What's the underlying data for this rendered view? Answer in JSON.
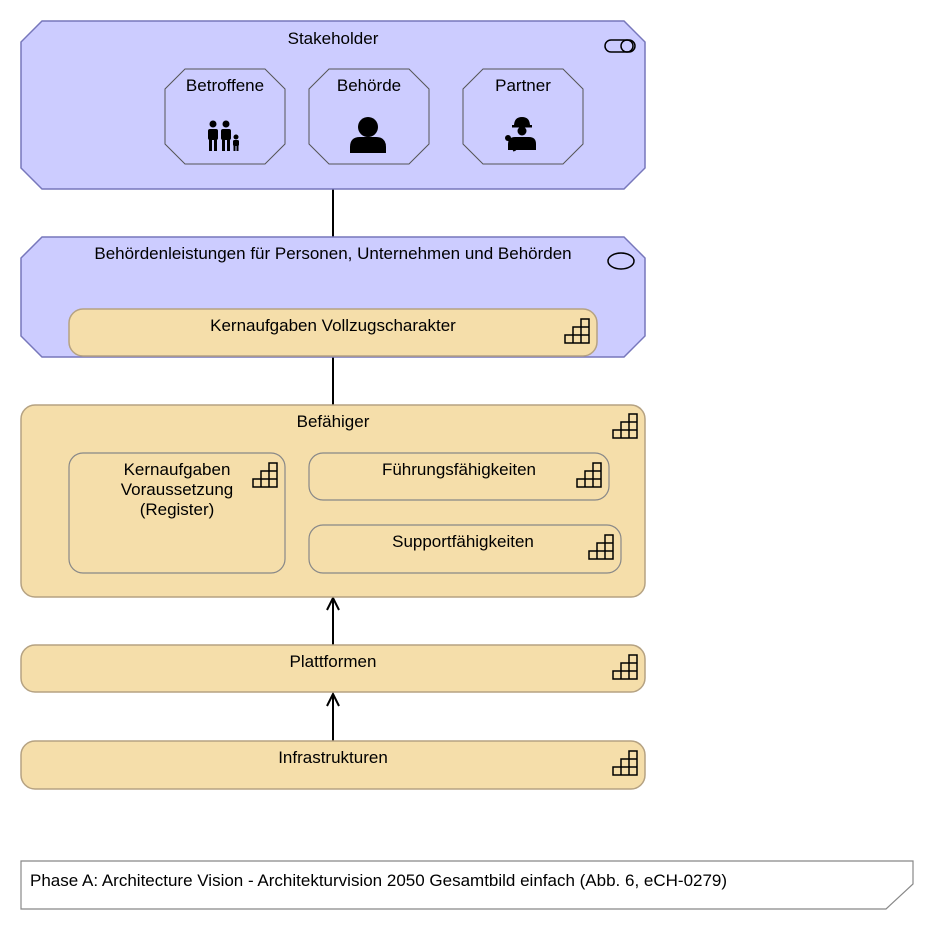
{
  "stakeholder": {
    "title": "Stakeholder",
    "actors": [
      {
        "label": "Betroffene",
        "icon": "family-icon"
      },
      {
        "label": "Behörde",
        "icon": "person-icon"
      },
      {
        "label": "Partner",
        "icon": "worker-icon"
      }
    ]
  },
  "services": {
    "title": "Behördenleistungen für Personen, Unternehmen und Behörden",
    "core": "Kernaufgaben Vollzugscharakter"
  },
  "enablers": {
    "title": "Befähiger",
    "prereq": "Kernaufgaben Voraussetzung (Register)",
    "leadership": "Führungsfähigkeiten",
    "support": "Supportfähigkeiten"
  },
  "platforms": "Plattformen",
  "infrastructure": "Infrastrukturen",
  "caption": "Phase A: Architecture Vision - Architekturvision 2050 Gesamtbild einfach (Abb. 6, eCH-0279)",
  "colors": {
    "stakeholder_fill": "#CCCCFF",
    "stakeholder_stroke": "#7777BB",
    "capability_fill": "#F5DEAA",
    "capability_stroke": "#B5A282",
    "line": "#000000"
  }
}
